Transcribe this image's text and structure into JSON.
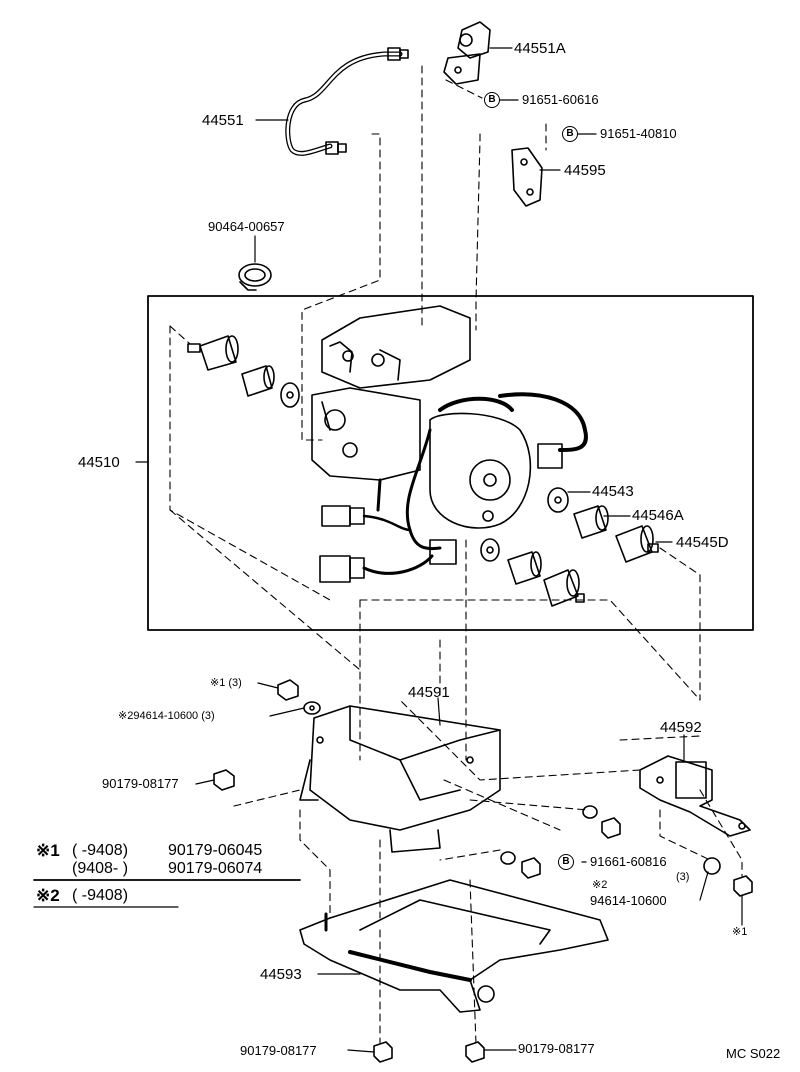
{
  "parts": {
    "p44551A": "44551A",
    "p44551": "44551",
    "p91651_60616": "91651-60616",
    "p91651_40810": "91651-40810",
    "p44595": "44595",
    "p90464": "90464-00657",
    "p44510": "44510",
    "p44543": "44543",
    "p44546A": "44546A",
    "p44545D": "44545D",
    "p44591": "44591",
    "p44592": "44592",
    "p90179_top": "90179-08177",
    "p91661": "91661-60816",
    "p94614_right": "94614-10600",
    "p44593": "44593",
    "p90179_bl": "90179-08177",
    "p90179_br": "90179-08177"
  },
  "marks": {
    "b": "B",
    "star1_qty": "※1 (3)",
    "star2_line": "※294614-10600 (3)",
    "qty3_right": "(3)",
    "star2_right": "※2",
    "star1_right": "※1"
  },
  "notes": {
    "n1_mark": "※1",
    "n1_a_range": "(        -9408)",
    "n1_a_part": "90179-06045",
    "n1_b_range": "(9408-         )",
    "n1_b_part": "90179-06074",
    "n2_mark": "※2",
    "n2_range": "(        -9408)"
  },
  "footer": {
    "code": "MC S022"
  }
}
